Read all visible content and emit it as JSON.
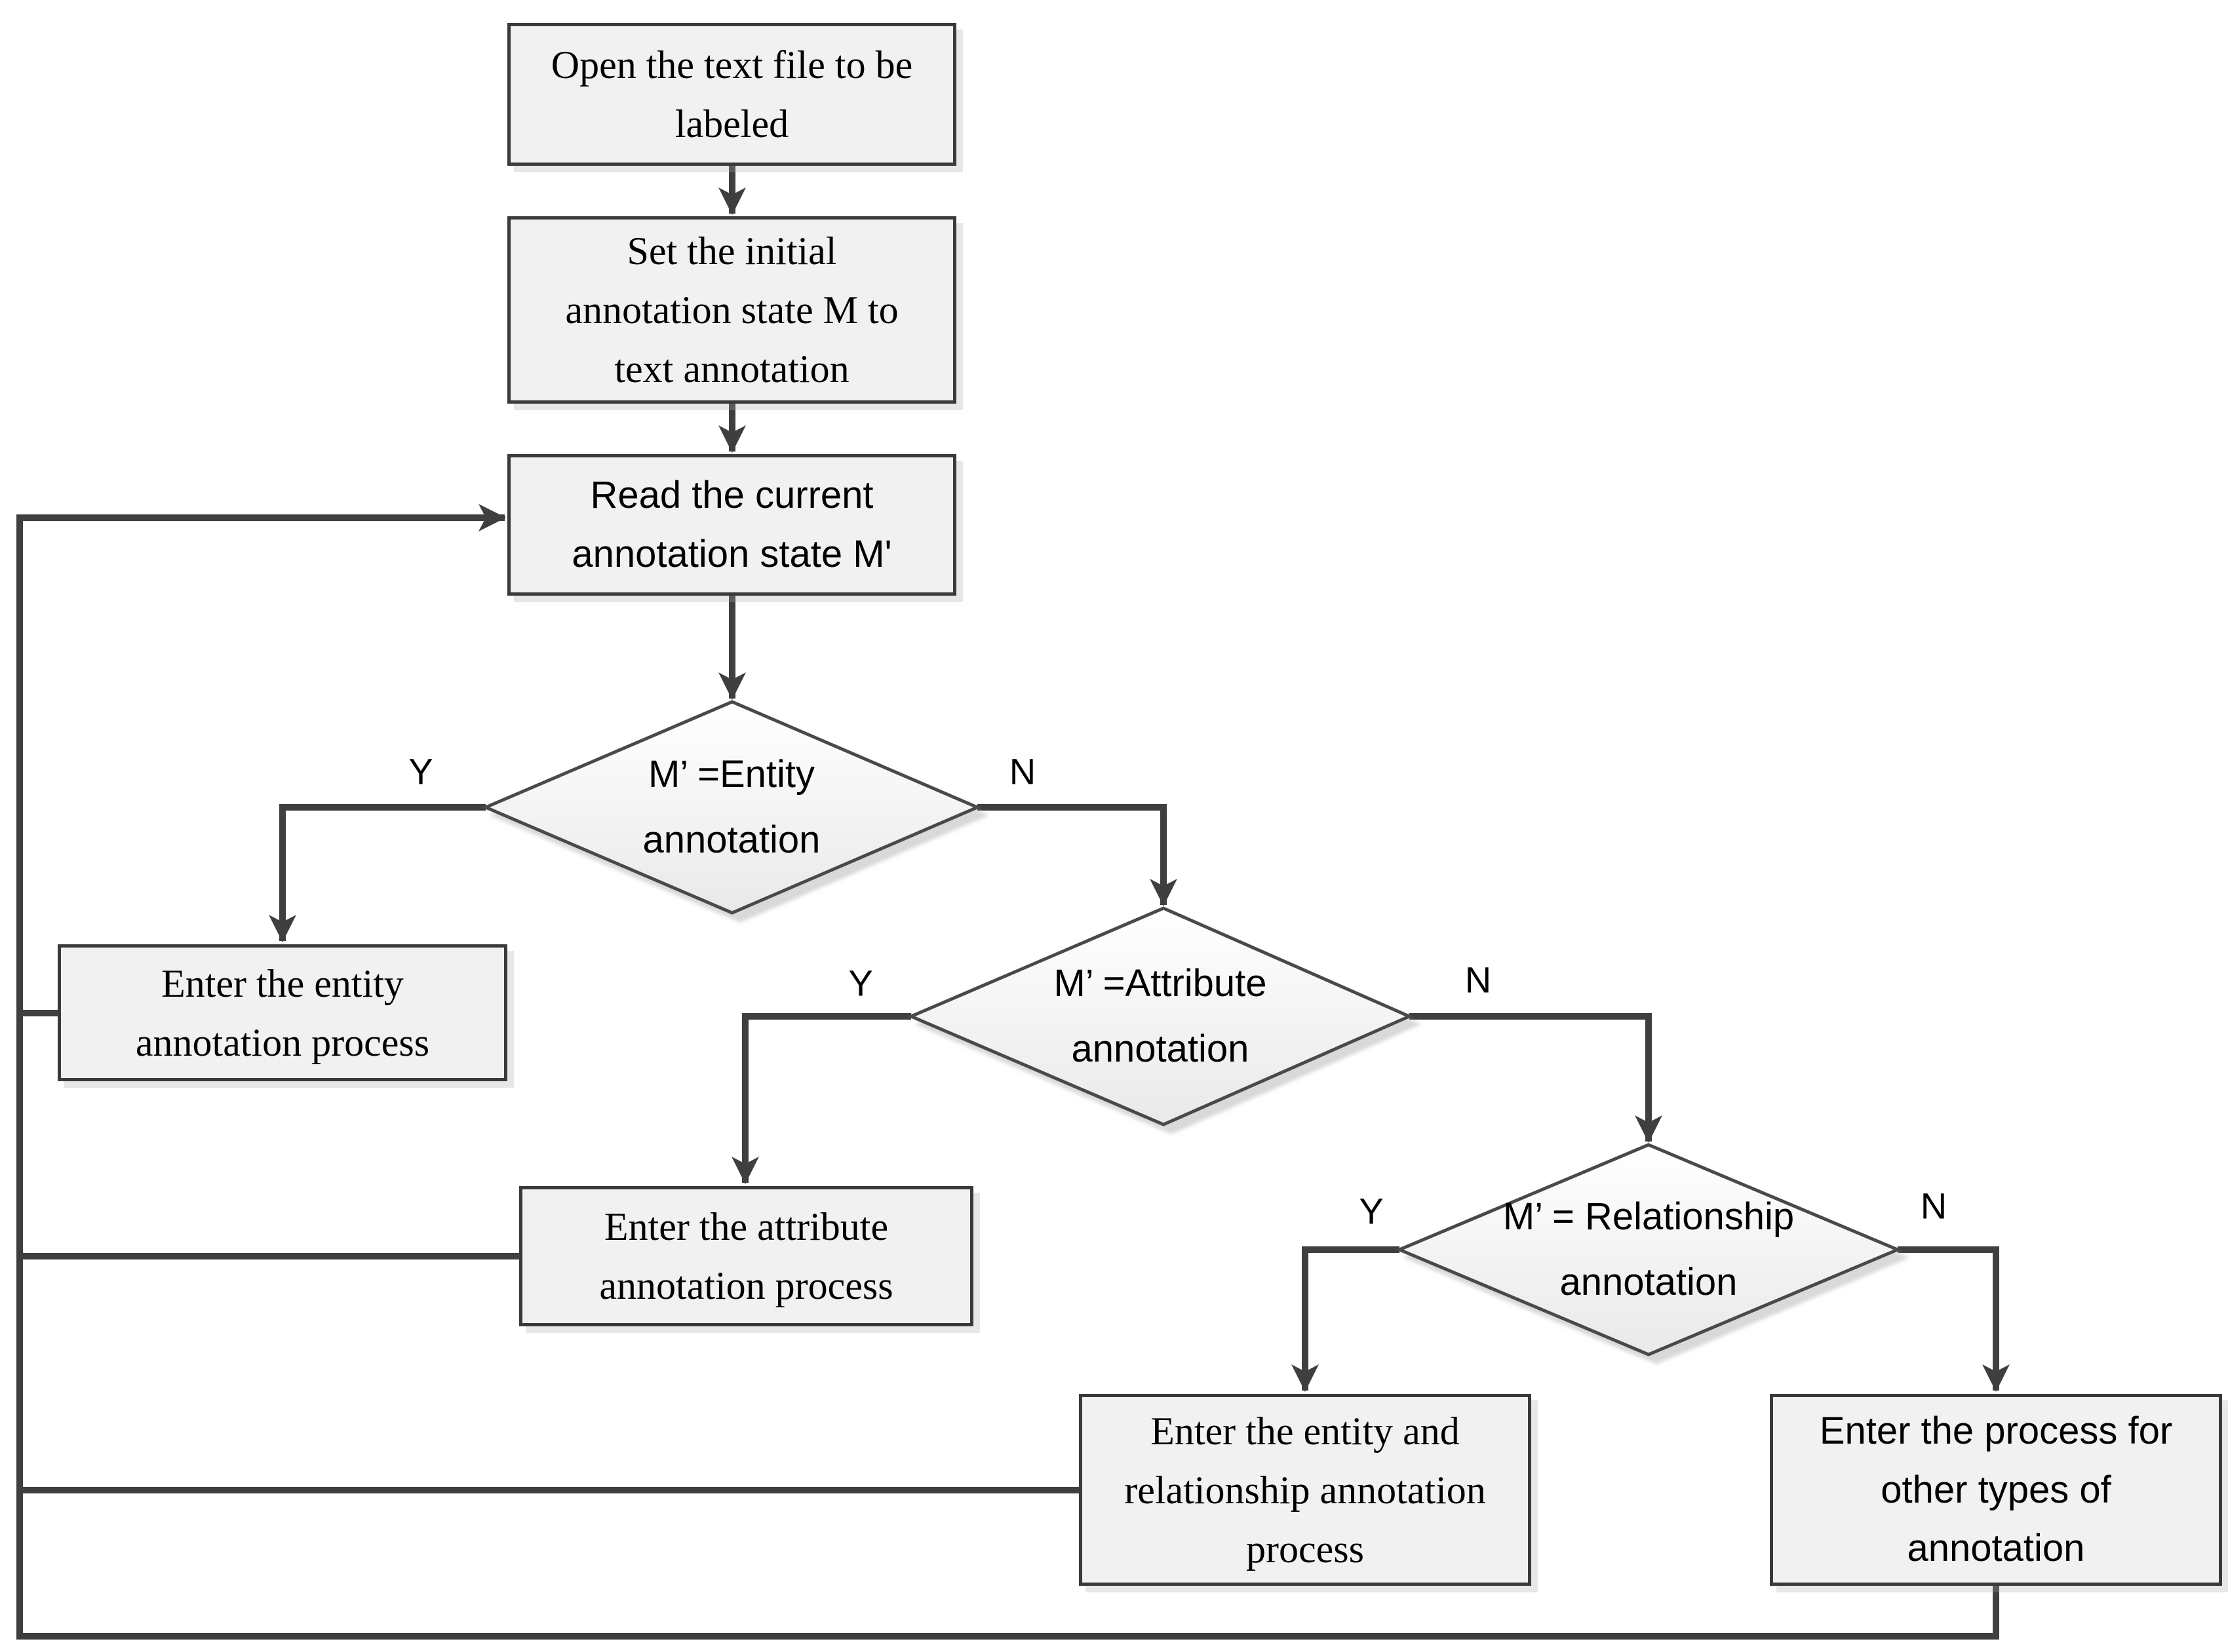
{
  "palette": {
    "background": "#ffffff",
    "line": "#3f3f3f",
    "box_fill": "#f1f1f1",
    "box_border": "#3a3a3a",
    "diamond_fill_top": "#ffffff",
    "diamond_fill_bottom": "#e9e9e9",
    "text": "#000000"
  },
  "nodes": {
    "open": {
      "text": "Open the text file to be\nlabeled"
    },
    "set": {
      "text": "Set the initial\nannotation state M to\ntext annotation"
    },
    "read": {
      "text": "Read the current\nannotation state M'"
    },
    "decision_entity": {
      "text": "M’ =Entity\nannotation"
    },
    "decision_attribute": {
      "text": "M’ =Attribute\nannotation"
    },
    "decision_relationship": {
      "text": "M’ = Relationship\nannotation"
    },
    "entity_process": {
      "text": "Enter the entity\nannotation process"
    },
    "attribute_process": {
      "text": "Enter the attribute\nannotation process"
    },
    "entity_relationship_process": {
      "text": "Enter the entity and\nrelationship annotation\nprocess"
    },
    "other_process": {
      "text": "Enter the process for\nother types of\nannotation"
    }
  },
  "edge_labels": {
    "d1_yes": "Y",
    "d1_no": "N",
    "d2_yes": "Y",
    "d2_no": "N",
    "d3_yes": "Y",
    "d3_no": "N"
  }
}
